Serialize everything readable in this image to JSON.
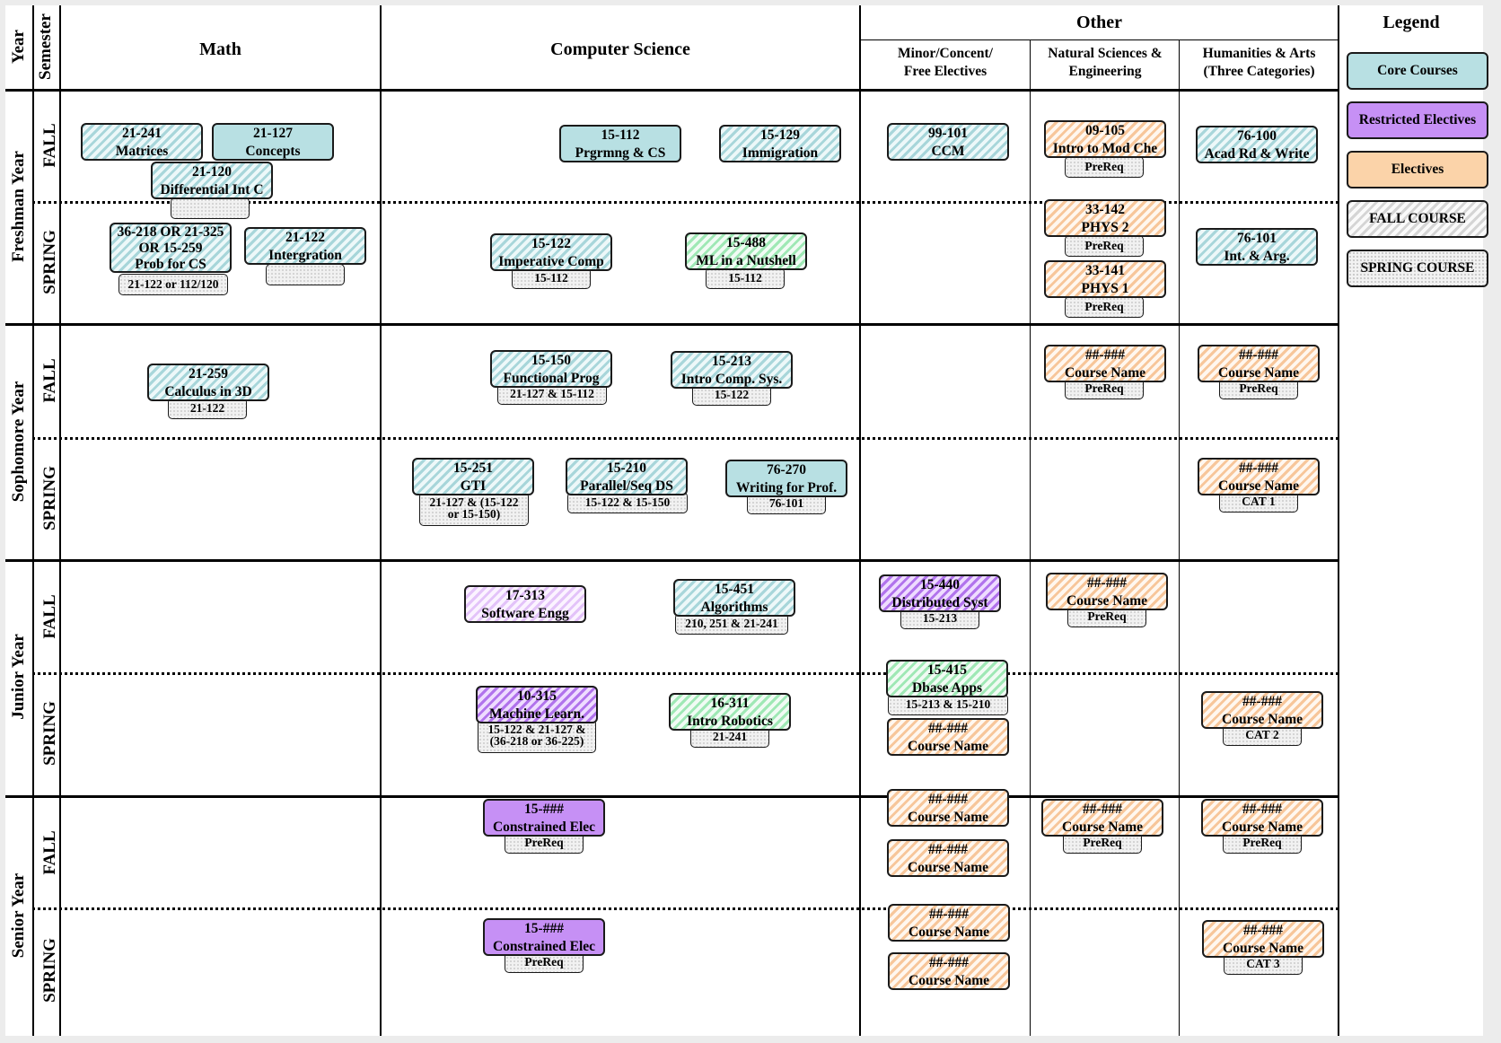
{
  "headers": {
    "year": "Year",
    "semester": "Semester",
    "math": "Math",
    "cs": "Computer Science",
    "other": "Other",
    "minor": [
      "Minor/Concent/",
      "Free Electives"
    ],
    "natsci": [
      "Natural Sciences &",
      "Engineering"
    ],
    "hum": [
      "Humanities & Arts",
      "(Three Categories)"
    ],
    "legend": "Legend"
  },
  "years": [
    "Freshman Year",
    "Sophomore Year",
    "Junior Year",
    "Senior Year"
  ],
  "semesters": {
    "fall": "FALL",
    "spring": "SPRING"
  },
  "legend_items": [
    {
      "label": "Core Courses",
      "style": "core"
    },
    {
      "label": "Restricted Electives",
      "style": "purple"
    },
    {
      "label": "Electives",
      "style": "orange"
    },
    {
      "label": "FALL COURSE",
      "style": "fall"
    },
    {
      "label": "SPRING COURSE",
      "style": "spring"
    }
  ],
  "courses": [
    {
      "lines": [
        "21-241",
        "Matrices"
      ],
      "prereq": []
    },
    {
      "lines": [
        "21-127",
        "Concepts"
      ],
      "prereq": []
    },
    {
      "lines": [
        "21-120",
        "Differential Int C"
      ],
      "prereq": [
        ""
      ]
    },
    {
      "lines": [
        "15-112",
        "Prgrmng & CS"
      ],
      "prereq": []
    },
    {
      "lines": [
        "15-129",
        "Immigration"
      ],
      "prereq": []
    },
    {
      "lines": [
        "99-101",
        "CCM"
      ],
      "prereq": []
    },
    {
      "lines": [
        "09-105",
        "Intro to Mod Che"
      ],
      "prereq": [
        "PreReq"
      ]
    },
    {
      "lines": [
        "76-100",
        "Acad Rd & Write"
      ],
      "prereq": []
    },
    {
      "lines": [
        "36-218 OR 21-325",
        "OR 15-259",
        "Prob for CS"
      ],
      "prereq": [
        "21-122 or 112/120"
      ]
    },
    {
      "lines": [
        "21-122",
        "Intergration"
      ],
      "prereq": [
        ""
      ]
    },
    {
      "lines": [
        "15-122",
        "Imperative Comp"
      ],
      "prereq": [
        "15-112"
      ]
    },
    {
      "lines": [
        "15-488",
        "ML in a Nutshell"
      ],
      "prereq": [
        "15-112"
      ]
    },
    {
      "lines": [
        "33-142",
        "PHYS 2"
      ],
      "prereq": [
        "PreReq"
      ]
    },
    {
      "lines": [
        "33-141",
        "PHYS 1"
      ],
      "prereq": [
        "PreReq"
      ]
    },
    {
      "lines": [
        "76-101",
        "Int. & Arg."
      ],
      "prereq": []
    },
    {
      "lines": [
        "21-259",
        "Calculus in 3D"
      ],
      "prereq": [
        "21-122"
      ]
    },
    {
      "lines": [
        "15-150",
        "Functional Prog"
      ],
      "prereq": [
        "21-127 & 15-112"
      ]
    },
    {
      "lines": [
        "15-213",
        "Intro Comp. Sys."
      ],
      "prereq": [
        "15-122"
      ]
    },
    {
      "lines": [
        "##-###",
        "Course Name"
      ],
      "prereq": [
        "PreReq"
      ]
    },
    {
      "lines": [
        "##-###",
        "Course Name"
      ],
      "prereq": [
        "PreReq"
      ]
    },
    {
      "lines": [
        "15-251",
        "GTI"
      ],
      "prereq": [
        "21-127 & (15-122",
        "or 15-150)"
      ]
    },
    {
      "lines": [
        "15-210",
        "Parallel/Seq DS"
      ],
      "prereq": [
        "15-122 & 15-150"
      ]
    },
    {
      "lines": [
        "76-270",
        "Writing for Prof."
      ],
      "prereq": [
        "76-101"
      ]
    },
    {
      "lines": [
        "##-###",
        "Course Name"
      ],
      "prereq": [
        "CAT 1"
      ]
    },
    {
      "lines": [
        "17-313",
        "Software Engg"
      ],
      "prereq": []
    },
    {
      "lines": [
        "15-451",
        "Algorithms"
      ],
      "prereq": [
        "210, 251 & 21-241"
      ]
    },
    {
      "lines": [
        "15-440",
        "Distributed Syst"
      ],
      "prereq": [
        "15-213"
      ]
    },
    {
      "lines": [
        "##-###",
        "Course Name"
      ],
      "prereq": [
        "PreReq"
      ]
    },
    {
      "lines": [
        "10-315",
        "Machine Learn."
      ],
      "prereq": [
        "15-122 & 21-127 &",
        "(36-218 or 36-225)"
      ]
    },
    {
      "lines": [
        "16-311",
        "Intro Robotics"
      ],
      "prereq": [
        "21-241"
      ]
    },
    {
      "lines": [
        "15-415",
        "Dbase Apps"
      ],
      "prereq": [
        "15-213 & 15-210"
      ]
    },
    {
      "lines": [
        "##-###",
        "Course Name"
      ],
      "prereq": []
    },
    {
      "lines": [
        "##-###",
        "Course Name"
      ],
      "prereq": [
        "CAT 2"
      ]
    },
    {
      "lines": [
        "15-###",
        "Constrained Elec"
      ],
      "prereq": [
        "PreReq"
      ]
    },
    {
      "lines": [
        "##-###",
        "Course Name"
      ],
      "prereq": []
    },
    {
      "lines": [
        "##-###",
        "Course Name"
      ],
      "prereq": []
    },
    {
      "lines": [
        "##-###",
        "Course Name"
      ],
      "prereq": [
        "PreReq"
      ]
    },
    {
      "lines": [
        "##-###",
        "Course Name"
      ],
      "prereq": [
        "PreReq"
      ]
    },
    {
      "lines": [
        "15-###",
        "Constrained Elec"
      ],
      "prereq": [
        "PreReq"
      ]
    },
    {
      "lines": [
        "##-###",
        "Course Name"
      ],
      "prereq": []
    },
    {
      "lines": [
        "##-###",
        "Course Name"
      ],
      "prereq": []
    },
    {
      "lines": [
        "##-###",
        "Course Name"
      ],
      "prereq": [
        "CAT 3"
      ]
    }
  ]
}
